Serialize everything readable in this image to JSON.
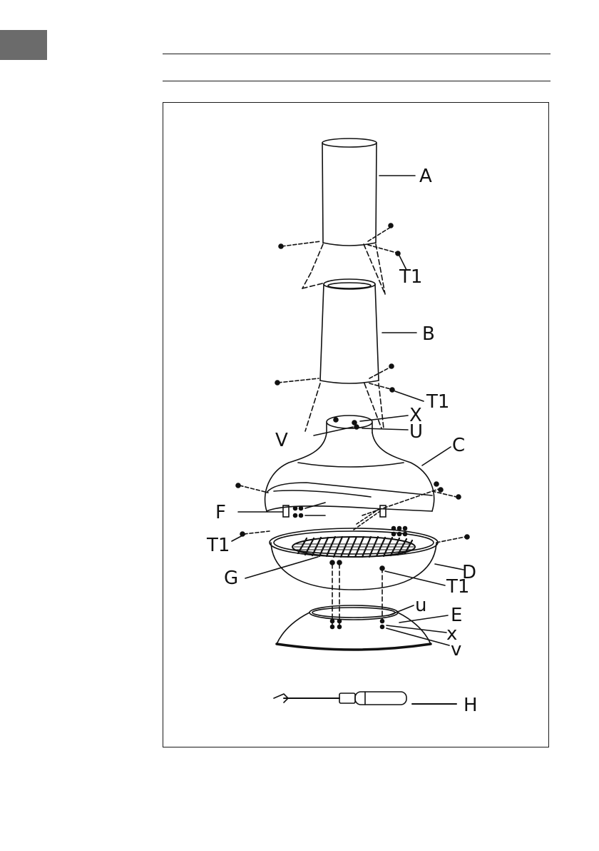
{
  "page": {
    "accent_tab_color": "#6b6b6b",
    "line_color": "#1a1a1a"
  },
  "diagram": {
    "labels": {
      "A": "A",
      "B": "B",
      "C": "C",
      "D": "D",
      "E": "E",
      "F": "F",
      "G": "G",
      "H": "H",
      "T1_a": "T1",
      "T1_b": "T1",
      "T1_c": "T1",
      "T1_d": "T1",
      "X": "X",
      "U": "U",
      "V": "V",
      "u": "u",
      "x": "x",
      "v": "v"
    }
  }
}
